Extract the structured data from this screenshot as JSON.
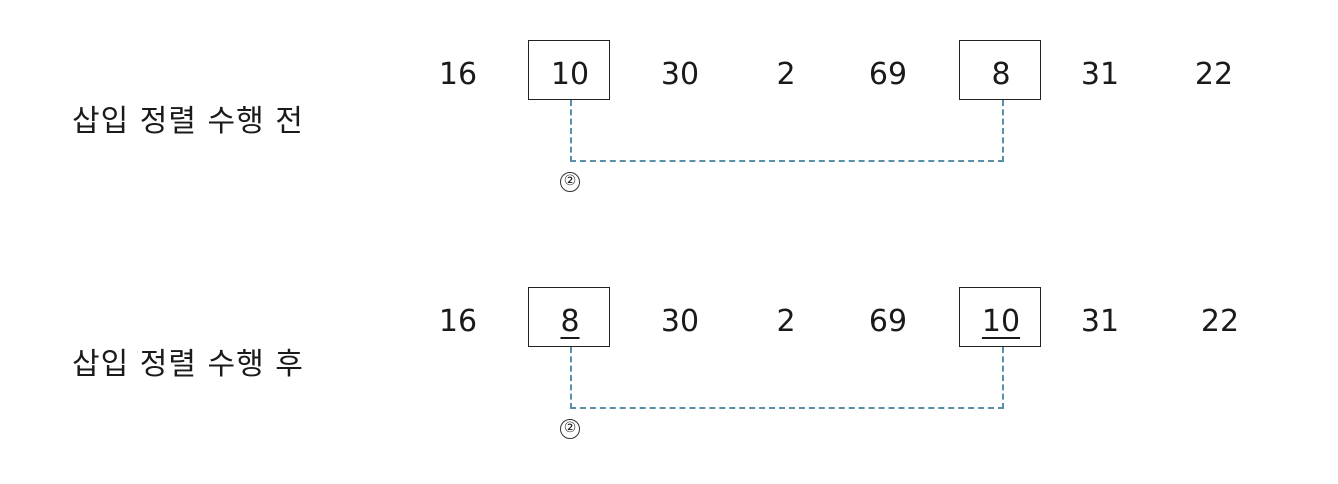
{
  "rows": [
    {
      "label": "삽입 정렬 수행 전",
      "values": [
        "16",
        "10",
        "30",
        "2",
        "69",
        "8",
        "31",
        "22"
      ],
      "boxed": [
        1,
        5
      ],
      "underlined": [],
      "connector_mark": "②"
    },
    {
      "label": "삽입 정렬 수행 후",
      "values": [
        "16",
        "8",
        "30",
        "2",
        "69",
        "10",
        "31",
        "22"
      ],
      "boxed": [
        1,
        5
      ],
      "underlined": [
        1,
        5
      ],
      "connector_mark": "②"
    }
  ],
  "colors": {
    "connector": "#5a8fa8",
    "box_border": "#222222",
    "text": "#1a1a1a"
  }
}
